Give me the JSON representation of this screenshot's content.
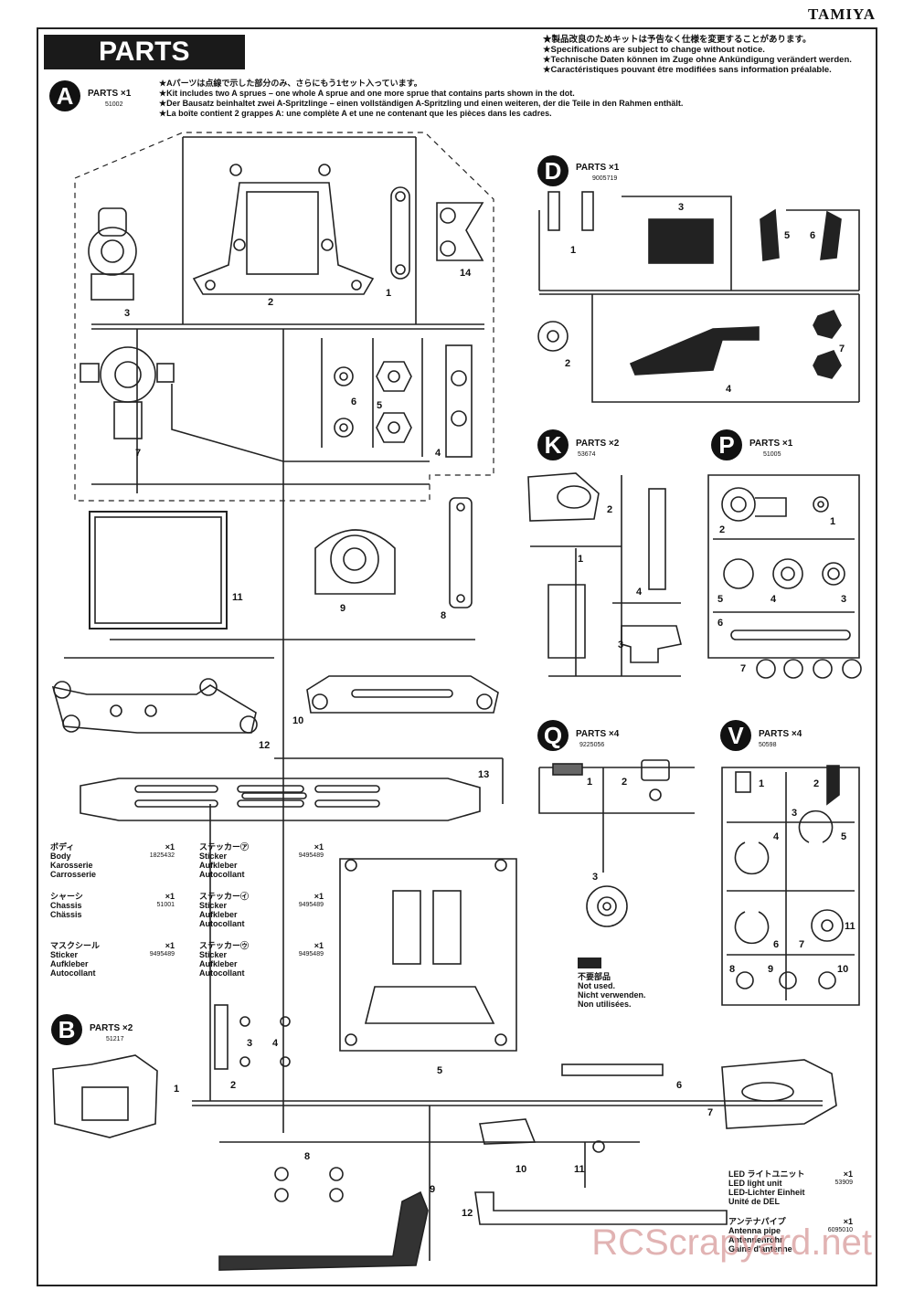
{
  "brand": "TAMIYA",
  "title": "PARTS",
  "notices": [
    "★製品改良のためキットは予告なく仕様を変更することがあります。",
    "★Specifications are subject to change without notice.",
    "★Technische Daten können im Zuge ohne Ankündigung verändert werden.",
    "★Caractéristiques pouvant être modifiées sans information préalable."
  ],
  "sprue_a_notes": [
    "★Aパーツは点線で示した部分のみ、さらにもう1セット入っています。",
    "★Kit includes two A sprues – one whole A sprue and one more sprue that contains parts shown in the dot.",
    "★Der Bausatz beinhaltet zwei A-Spritzlinge – einen vollständigen A-Spritzling und einen weiteren, der die Teile in den Rahmen enthält.",
    "★La boîte contient 2 grappes A: une complète A et une ne contenant que les pièces dans les cadres."
  ],
  "sprues": {
    "A": {
      "letter": "A",
      "label": "PARTS ×1",
      "code": "51002",
      "numbers": [
        "1",
        "2",
        "3",
        "4",
        "5",
        "6",
        "7",
        "8",
        "9",
        "10",
        "11",
        "12",
        "13",
        "14"
      ]
    },
    "B": {
      "letter": "B",
      "label": "PARTS ×2",
      "code": "51217",
      "numbers": [
        "1",
        "2",
        "3",
        "4",
        "5",
        "6",
        "7",
        "8",
        "9",
        "10",
        "11",
        "12"
      ]
    },
    "D": {
      "letter": "D",
      "label": "PARTS ×1",
      "code": "9005719",
      "numbers": [
        "1",
        "2",
        "3",
        "4",
        "5",
        "6",
        "7"
      ]
    },
    "K": {
      "letter": "K",
      "label": "PARTS ×2",
      "code": "53674",
      "numbers": [
        "1",
        "2",
        "3",
        "4"
      ]
    },
    "P": {
      "letter": "P",
      "label": "PARTS ×1",
      "code": "51005",
      "numbers": [
        "1",
        "2",
        "3",
        "4",
        "5",
        "6",
        "7"
      ]
    },
    "Q": {
      "letter": "Q",
      "label": "PARTS ×4",
      "code": "9225056",
      "numbers": [
        "1",
        "2",
        "3"
      ]
    },
    "V": {
      "letter": "V",
      "label": "PARTS ×4",
      "code": "50598",
      "numbers": [
        "1",
        "2",
        "3",
        "4",
        "5",
        "6",
        "7",
        "8",
        "9",
        "10",
        "11"
      ]
    }
  },
  "parts_list_left": [
    {
      "jp": "ボディ",
      "qty": "×1",
      "lines": [
        "Body",
        "Karosserie",
        "Carrosserie"
      ],
      "code": "1825432"
    },
    {
      "jp": "シャーシ",
      "qty": "×1",
      "lines": [
        "Chassis",
        "Chässis"
      ],
      "code": "51001"
    },
    {
      "jp": "マスクシール",
      "qty": "×1",
      "lines": [
        "Sticker",
        "Aufkleber",
        "Autocollant"
      ],
      "code": "9495489"
    }
  ],
  "parts_list_right": [
    {
      "jp": "ステッカー㋐",
      "qty": "×1",
      "lines": [
        "Sticker",
        "Aufkleber",
        "Autocollant"
      ],
      "code": "9495489"
    },
    {
      "jp": "ステッカー㋑",
      "qty": "×1",
      "lines": [
        "Sticker",
        "Aufkleber",
        "Autocollant"
      ],
      "code": "9495489"
    },
    {
      "jp": "ステッカー㋒",
      "qty": "×1",
      "lines": [
        "Sticker",
        "Aufkleber",
        "Autocollant"
      ],
      "code": "9495489"
    }
  ],
  "not_used": [
    "不要部品",
    "Not used.",
    "Nicht verwenden.",
    "Non utilisées."
  ],
  "led_unit": {
    "jp": "LED ライトユニット",
    "qty": "×1",
    "lines": [
      "LED light unit",
      "LED-Lichter Einheit",
      "Unité de DEL"
    ],
    "code": "53909"
  },
  "antenna": {
    "jp": "アンテナパイプ",
    "qty": "×1",
    "lines": [
      "Antenna pipe",
      "Antennenrohr",
      "Gaine d'antenne"
    ],
    "code": "6095010"
  },
  "watermark": "RCScrapyard.net"
}
